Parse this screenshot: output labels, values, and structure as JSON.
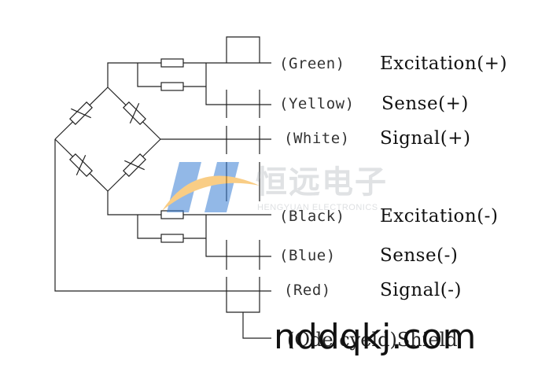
{
  "wires": [
    {
      "color_label": "(Green)",
      "signal": "Excitation(+)"
    },
    {
      "color_label": "(Yellow)",
      "signal": "Sense(+)"
    },
    {
      "color_label": "(White)",
      "signal": "Signal(+)"
    },
    {
      "color_label": "(Black)",
      "signal": "Excitation(-)"
    },
    {
      "color_label": "(Blue)",
      "signal": "Sense(-)"
    },
    {
      "color_label": "(Red)",
      "signal": "Signal(-)"
    }
  ],
  "shield_label": "(Ode cyeld)Shield",
  "watermark": {
    "brand_cn": "恒远电子",
    "brand_en": "HENGYUAN ELECTRONICS",
    "site": "nddqkj.com",
    "colors": {
      "blue": "#3a7fd5",
      "orange": "#f5a623"
    }
  }
}
